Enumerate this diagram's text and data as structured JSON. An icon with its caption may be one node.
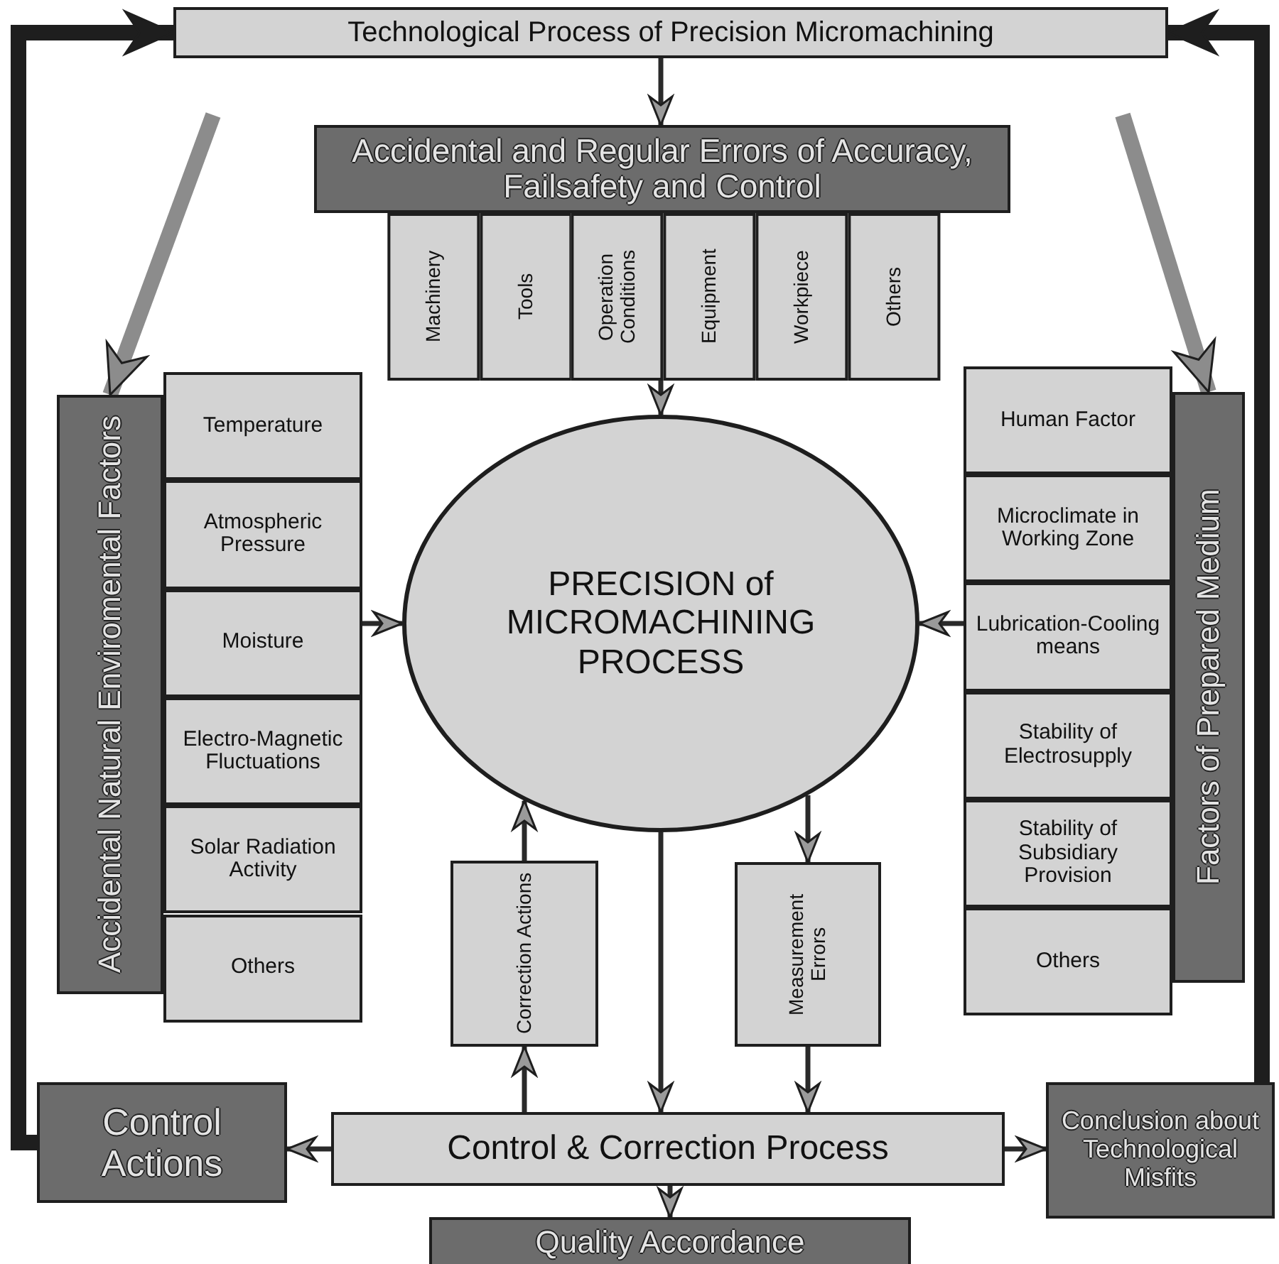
{
  "diagram": {
    "nodes": [
      {
        "text": [
          "Technological Process of Precision Micromachining"
        ]
      },
      {
        "text": [
          "Accidental and Regular Errors of Accuracy, Failsafety and Control"
        ]
      },
      {
        "text": [
          "Machinery"
        ]
      },
      {
        "text": [
          "Tools"
        ]
      },
      {
        "text": [
          "Operation Conditions"
        ]
      },
      {
        "text": [
          "Equipment"
        ]
      },
      {
        "text": [
          "Workpiece"
        ]
      },
      {
        "text": [
          "Others"
        ]
      },
      {
        "text": [
          "Accidental Natural Enviromental Factors"
        ]
      },
      {
        "text": [
          "Temperature"
        ]
      },
      {
        "text": [
          "Atmospheric Pressure"
        ]
      },
      {
        "text": [
          "Moisture"
        ]
      },
      {
        "text": [
          "Electro-Magnetic Fluctuations"
        ]
      },
      {
        "text": [
          "Solar Radiation Activity"
        ]
      },
      {
        "text": [
          "Others"
        ]
      },
      {
        "text": [
          "PRECISION of MICROMACHINING PROCESS"
        ]
      },
      {
        "text": [
          "Factors of Prepared Medium"
        ]
      },
      {
        "text": [
          "Human Factor"
        ]
      },
      {
        "text": [
          "Microclimate in Working Zone"
        ]
      },
      {
        "text": [
          "Lubrication-Cooling means"
        ]
      },
      {
        "text": [
          "Stability of Electrosupply"
        ]
      },
      {
        "text": [
          "Stability of Subsidiary Provision"
        ]
      },
      {
        "text": [
          "Others"
        ]
      },
      {
        "text": [
          "Correction Actions"
        ]
      },
      {
        "text": [
          "Measurement Errors"
        ]
      },
      {
        "text": [
          "Control Actions"
        ]
      },
      {
        "text": [
          "Control & Correction Process"
        ]
      },
      {
        "text": [
          "Conclusion about Technological Misfits"
        ]
      },
      {
        "text": [
          "Quality Accordance"
        ]
      }
    ],
    "edges": [
      {
        "from": 0,
        "to": 1,
        "arrow": "to"
      },
      {
        "from": 0,
        "to": 8,
        "arrow": "to",
        "style": "thick",
        "color": "#8c8c8c"
      },
      {
        "from": 0,
        "to": 16,
        "arrow": "to",
        "style": "thick",
        "color": "#8c8c8c"
      },
      {
        "from": 4,
        "to": 15,
        "arrow": "to"
      },
      {
        "from": 11,
        "to": 15,
        "arrow": "to"
      },
      {
        "from": 19,
        "to": 15,
        "arrow": "to"
      },
      {
        "from": 15,
        "to": 26,
        "arrow": "to"
      },
      {
        "from": 26,
        "to": 23,
        "arrow": "to"
      },
      {
        "from": 23,
        "to": 15,
        "arrow": "to"
      },
      {
        "from": 15,
        "to": 24,
        "arrow": "to"
      },
      {
        "from": 24,
        "to": 26,
        "arrow": "to"
      },
      {
        "from": 26,
        "to": 25,
        "arrow": "to"
      },
      {
        "from": 26,
        "to": 27,
        "arrow": "to"
      },
      {
        "from": 26,
        "to": 28,
        "arrow": "to"
      },
      {
        "from": 25,
        "to": 0,
        "arrow": "to",
        "style": "thick"
      },
      {
        "from": 27,
        "to": 0,
        "arrow": "to",
        "style": "thick"
      }
    ]
  }
}
